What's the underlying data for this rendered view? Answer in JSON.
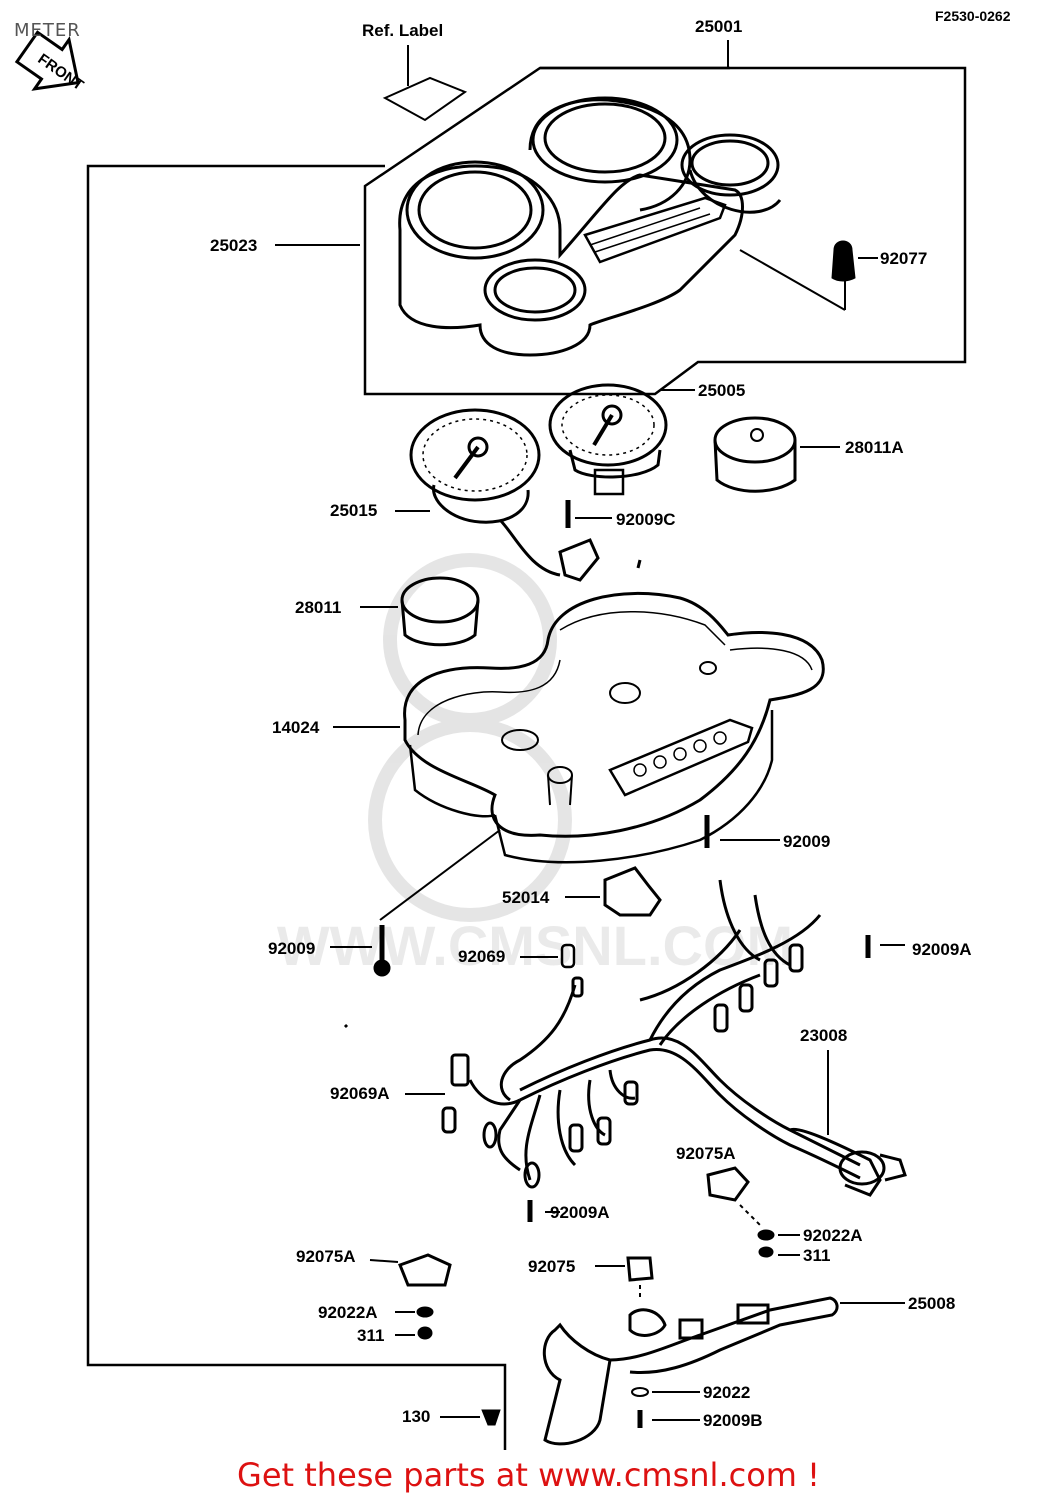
{
  "header": {
    "section_title": "METER",
    "diagram_code": "F2530-0262",
    "front_label": "FRONT"
  },
  "callouts": {
    "ref_label": "Ref. Label",
    "p25001": "25001",
    "p25023": "25023",
    "p92077": "92077",
    "p25005": "25005",
    "p28011A": "28011A",
    "p25015": "25015",
    "p92009C": "92009C",
    "p28011": "28011",
    "p14024": "14024",
    "p92009_right": "92009",
    "p52014": "52014",
    "p92009_left": "92009",
    "p92069": "92069",
    "p92009A_right": "92009A",
    "p23008": "23008",
    "p92069A": "92069A",
    "p92075A_top": "92075A",
    "p92009A_low": "92009A",
    "p92022A_right": "92022A",
    "p311_right": "311",
    "p92075A_left": "92075A",
    "p92075": "92075",
    "p25008": "25008",
    "p92022A_left": "92022A",
    "p311_left": "311",
    "p92022": "92022",
    "p130": "130",
    "p92009B": "92009B"
  },
  "watermark": "WWW.CMSNL.COM",
  "footer": {
    "cta": "Get these parts at www.cmsnl.com !"
  }
}
